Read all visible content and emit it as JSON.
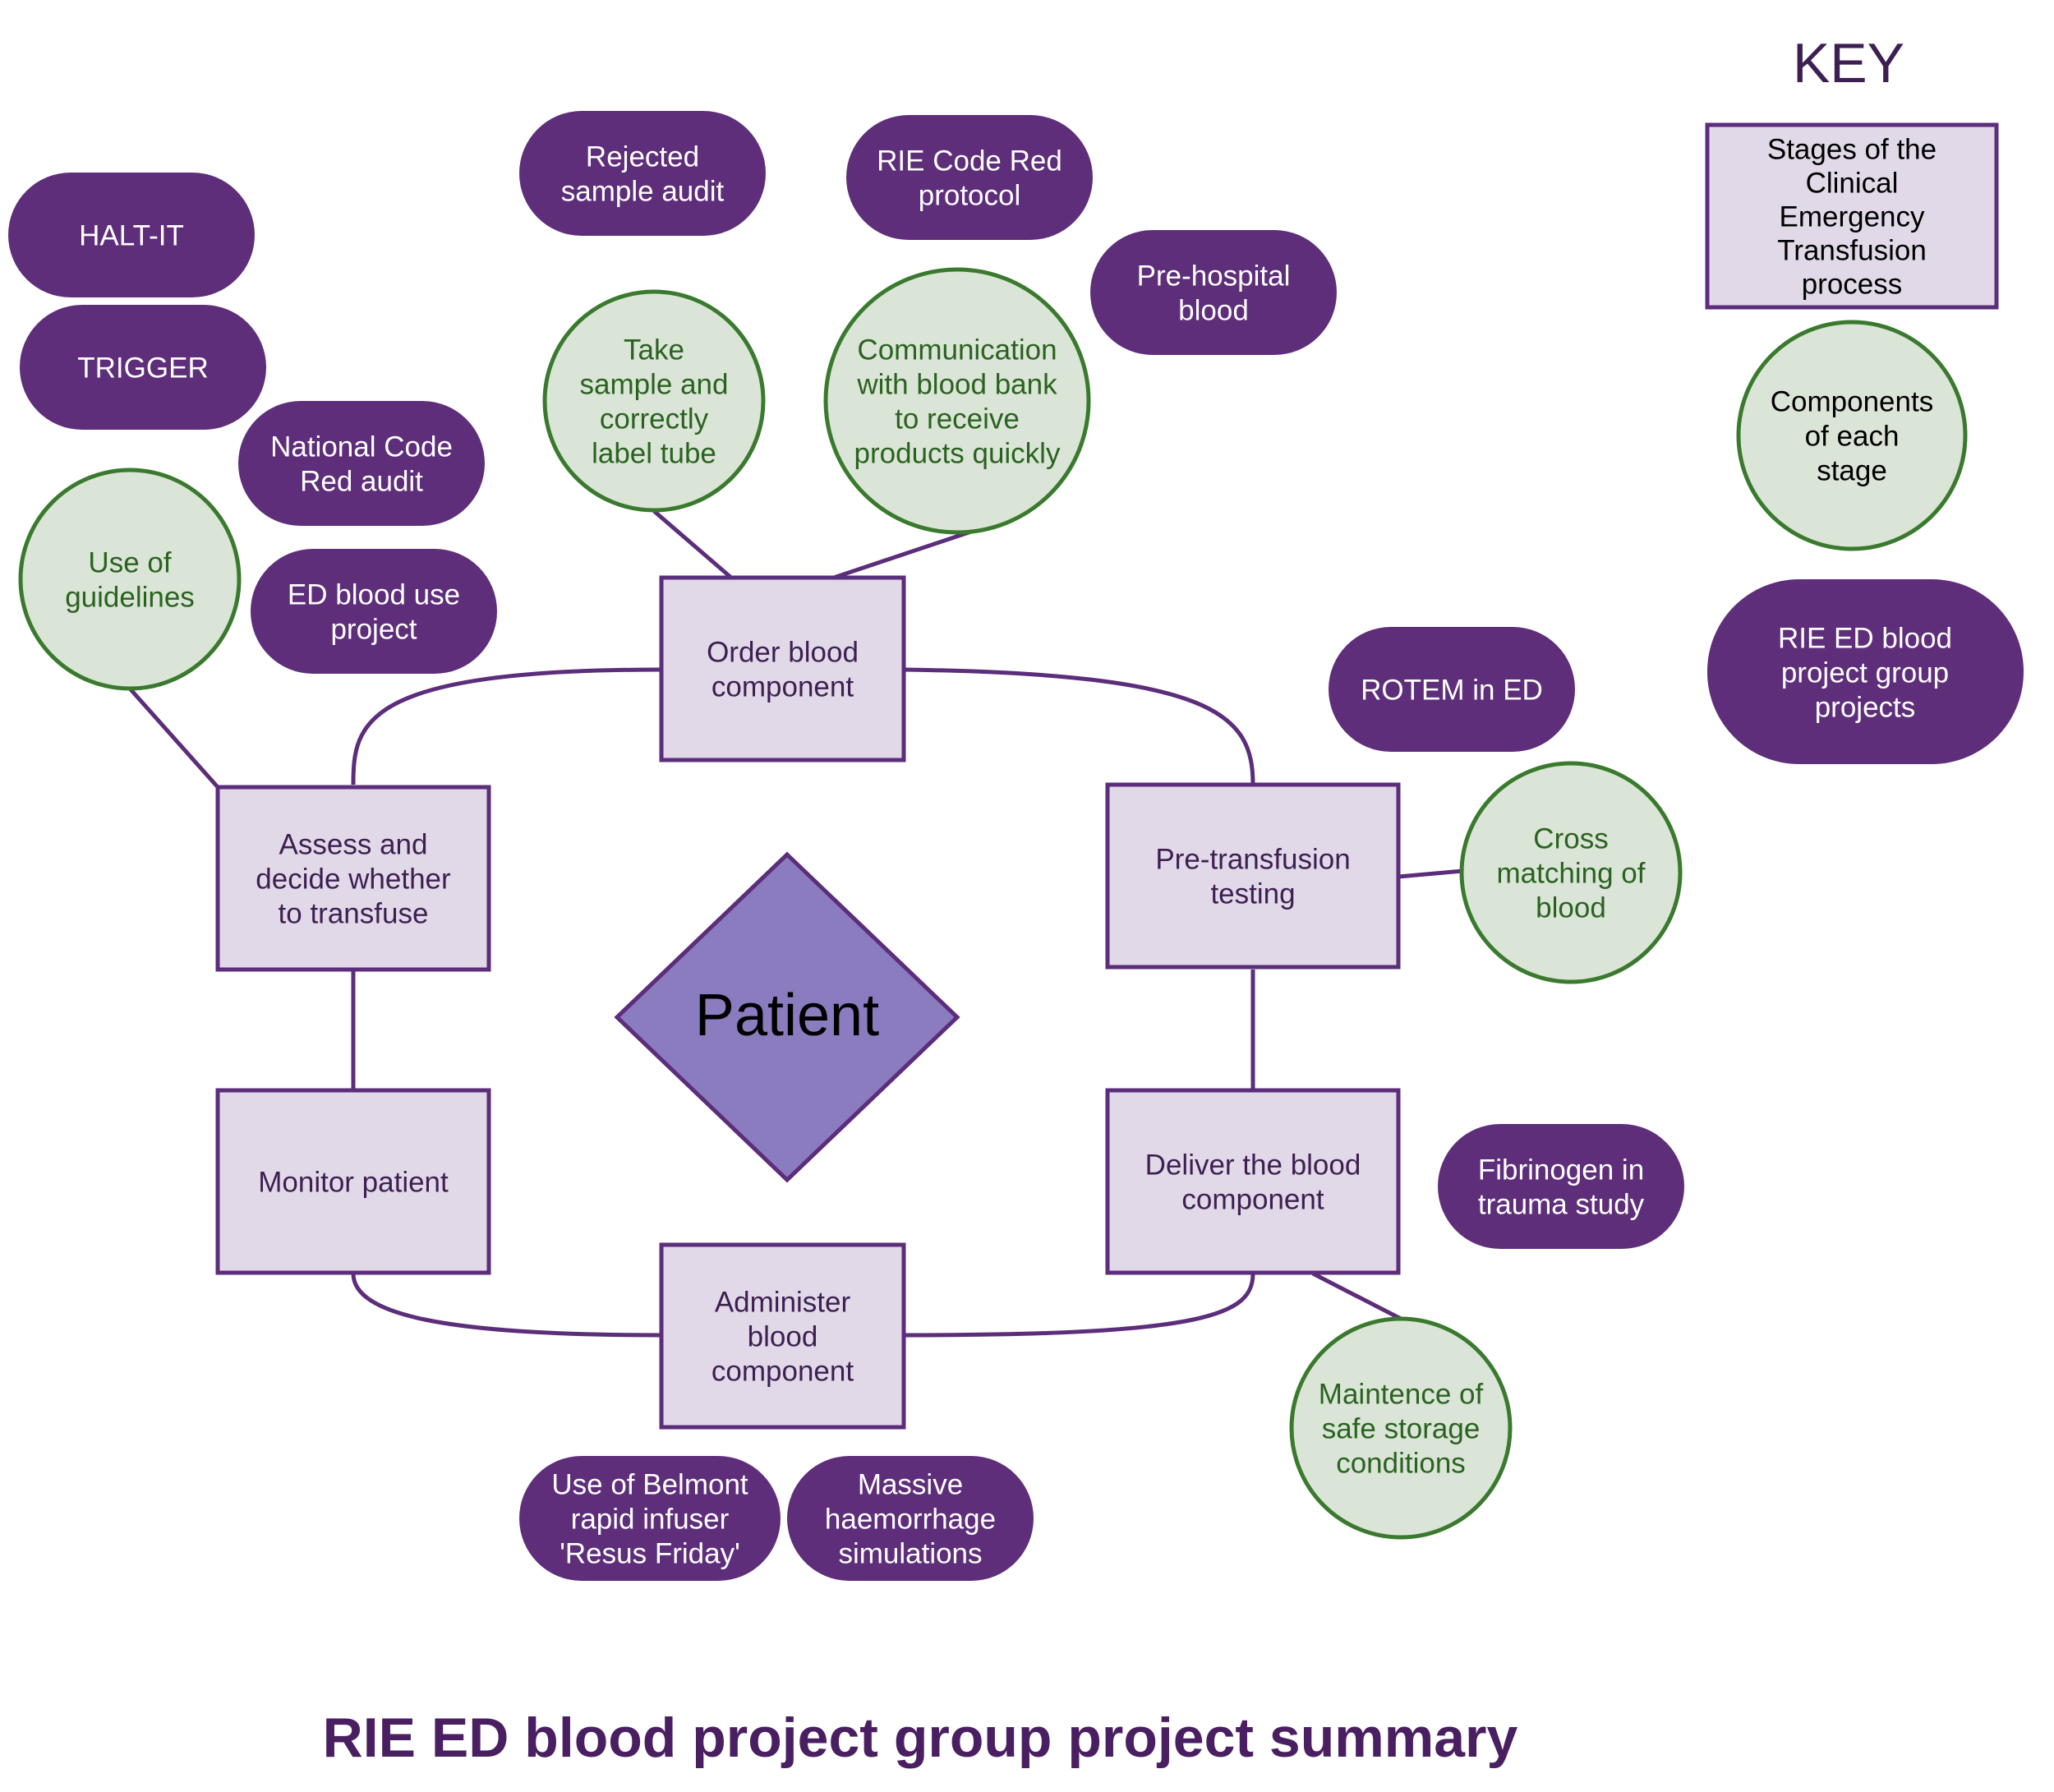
{
  "title": "RIE ED blood project group project summary",
  "key": {
    "heading": "KEY",
    "stage": [
      "Stages of the",
      "Clinical",
      "Emergency",
      "Transfusion",
      "process"
    ],
    "component": [
      "Components",
      "of each",
      "stage"
    ],
    "project": [
      "RIE ED blood",
      "project group",
      "projects"
    ]
  },
  "center": {
    "label": "Patient"
  },
  "stages": {
    "order": [
      "Order blood",
      "component"
    ],
    "assess": [
      "Assess and",
      "decide whether",
      "to transfuse"
    ],
    "pretest": [
      "Pre-transfusion",
      "testing"
    ],
    "deliver": [
      "Deliver the blood",
      "component"
    ],
    "administer": [
      "Administer",
      "blood",
      "component"
    ],
    "monitor": [
      "Monitor patient"
    ]
  },
  "components": {
    "sample": [
      "Take",
      "sample and",
      "correctly",
      "label tube"
    ],
    "communication": [
      "Communication",
      "with blood bank",
      "to receive",
      "products quickly"
    ],
    "guidelines": [
      "Use of",
      "guidelines"
    ],
    "crossmatch": [
      "Cross",
      "matching of",
      "blood"
    ],
    "storage": [
      "Maintence of",
      "safe storage",
      "conditions"
    ]
  },
  "projects": {
    "haltit": [
      "HALT-IT"
    ],
    "trigger": [
      "TRIGGER"
    ],
    "national_code_red": [
      "National Code",
      "Red audit"
    ],
    "ed_blood_use": [
      "ED blood use",
      "project"
    ],
    "rejected_sample": [
      "Rejected",
      "sample audit"
    ],
    "rie_code_red": [
      "RIE Code Red",
      "protocol"
    ],
    "prehospital": [
      "Pre-hospital",
      "blood"
    ],
    "rotem": [
      "ROTEM  in ED"
    ],
    "fibrinogen": [
      "Fibrinogen in",
      "trauma study"
    ],
    "belmont": [
      "Use of Belmont",
      "rapid infuser",
      "'Resus Friday'"
    ],
    "massive_haemorrhage": [
      "Massive",
      "haemorrhage",
      "simulations"
    ]
  },
  "colors": {
    "stage_fill": "#e1d9e8",
    "stage_stroke": "#5b2d7a",
    "stage_text": "#3d1f52",
    "component_fill": "#dbe5d7",
    "component_stroke": "#3a7a2e",
    "component_text": "#2a6320",
    "project_fill": "#5e2e7a",
    "project_text": "#ffffff",
    "center_fill": "#8b7bbf",
    "center_stroke": "#5b2d7a",
    "connector": "#5b2d7a",
    "title_text": "#4a1f62",
    "key_text": "#3d1f52",
    "black_text": "#000000"
  }
}
